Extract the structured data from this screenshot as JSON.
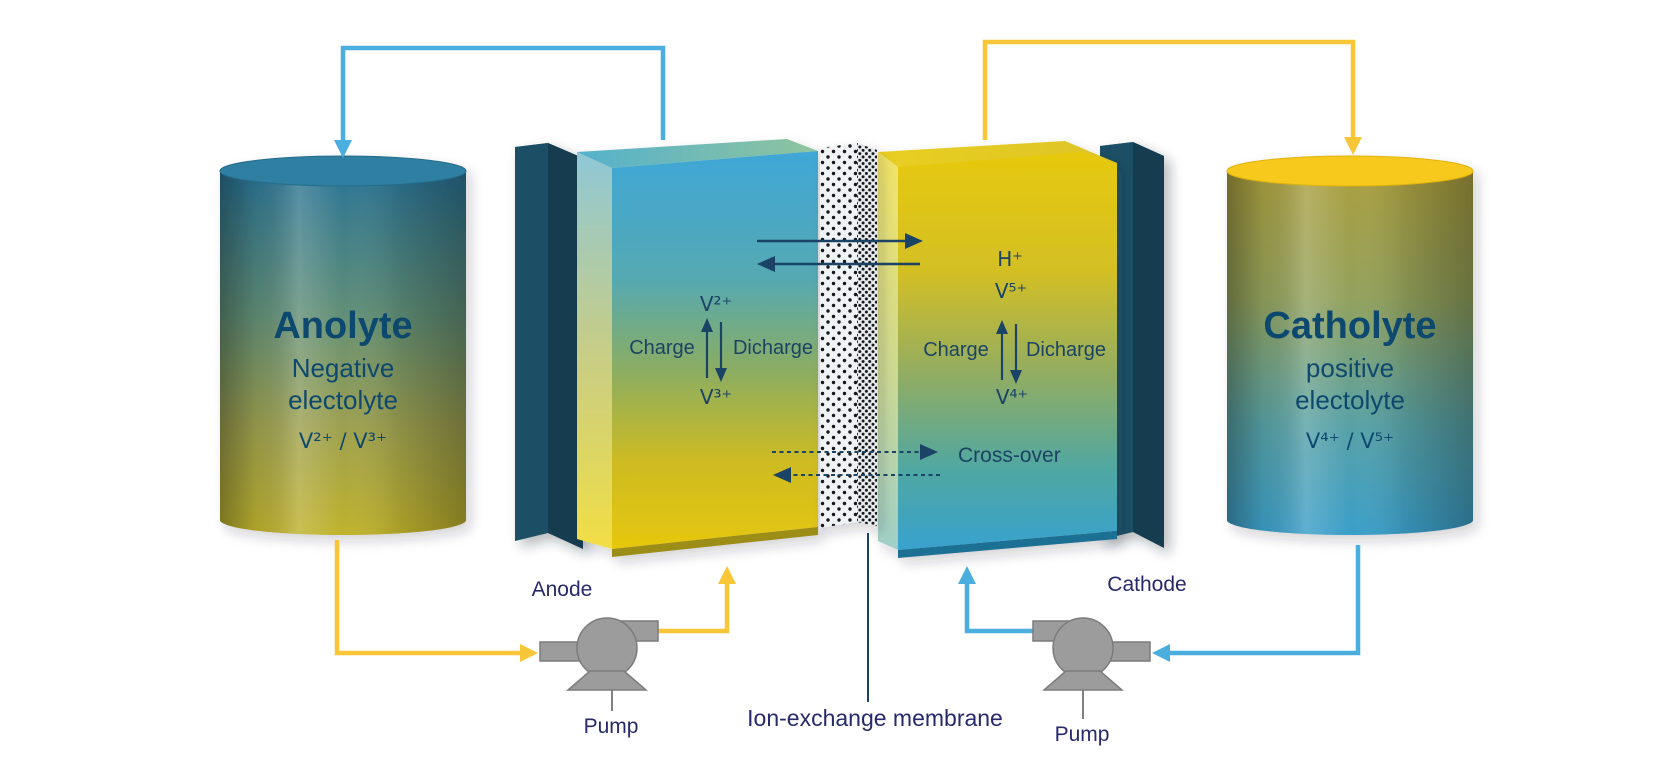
{
  "tanks": {
    "anolyte": {
      "title": "Anolyte",
      "subtitle1": "Negative",
      "subtitle2": "electolyte",
      "ions": "V²⁺ / V³⁺"
    },
    "catholyte": {
      "title": "Catholyte",
      "subtitle1": "positive",
      "subtitle2": "electolyte",
      "ions": "V⁴⁺ / V⁵⁺"
    }
  },
  "cells": {
    "anode_half": {
      "ion_top": "V²⁺",
      "ion_bottom": "V³⁺",
      "charge_label": "Charge",
      "discharge_label": "Dicharge"
    },
    "cathode_half": {
      "proton_label": "H⁺",
      "ion_top": "V⁵⁺",
      "ion_bottom": "V⁴⁺",
      "charge_label": "Charge",
      "discharge_label": "Dicharge"
    }
  },
  "labels": {
    "anode": "Anode",
    "cathode": "Cathode",
    "pump_left": "Pump",
    "pump_right": "Pump",
    "membrane": "Ion-exchange membrane",
    "crossover": "Cross-over"
  },
  "colors": {
    "pipe_blue": "#4aaede",
    "pipe_yellow": "#f8c636",
    "electrode_front": "#1f5065",
    "electrode_side": "#123c4f",
    "navy_text": "#1b4366",
    "label_indigo": "#27296b",
    "tank_text": "#10486e",
    "pump_gray": "#9c9c9c",
    "anolyte_lid": "#2d7fa2",
    "catholyte_lid": "#f7c91c"
  }
}
